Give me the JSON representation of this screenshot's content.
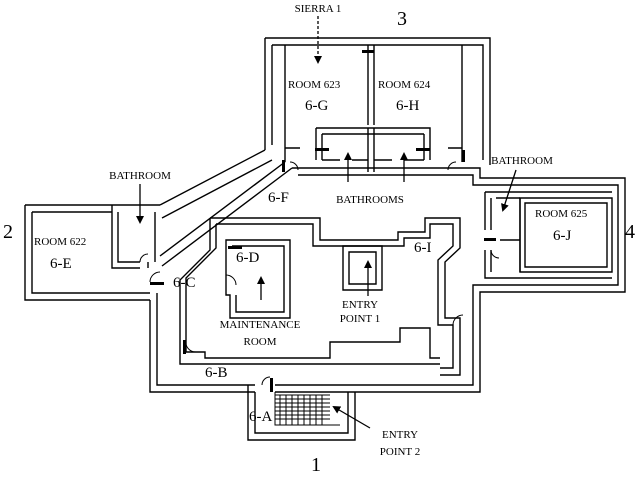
{
  "sides": {
    "s1": "1",
    "s2": "2",
    "s3": "3",
    "s4": "4"
  },
  "labels": {
    "sierra": "SIERRA 1",
    "room623": "ROOM 623",
    "room623_code": "6-G",
    "room624": "ROOM 624",
    "room624_code": "6-H",
    "room622": "ROOM 622",
    "room622_code": "6-E",
    "room625": "ROOM 625",
    "room625_code": "6-J",
    "bathroom_left": "BATHROOM",
    "bathroom_right": "BATHROOM",
    "bathrooms": "BATHROOMS",
    "zone_f": "6-F",
    "zone_c": "6-C",
    "zone_d": "6-D",
    "zone_i": "6-I",
    "zone_b": "6-B",
    "zone_a": "6-A",
    "maintenance_1": "MAINTENANCE",
    "maintenance_2": "ROOM",
    "entry1_1": "ENTRY",
    "entry1_2": "POINT 1",
    "entry2_1": "ENTRY",
    "entry2_2": "POINT 2"
  }
}
